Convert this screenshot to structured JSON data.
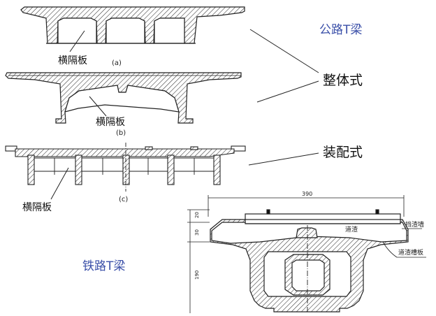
{
  "labels": {
    "highway_t_beam": "公路T梁",
    "monolithic": "整体式",
    "assembled": "装配式",
    "railway_t_beam": "铁路T梁",
    "diaphragm_a": "横隔板",
    "diaphragm_b": "横隔板",
    "diaphragm_c": "横隔板",
    "caption_a": "(a)",
    "caption_b": "(b)",
    "caption_c": "(c)"
  },
  "railway_dims": {
    "width": "390",
    "dim_20": "20",
    "dim_30": "30",
    "dim_190": "190"
  },
  "railway_labels": {
    "ballast": "道渣",
    "ballast_wall": "挡渣墙",
    "ballast_slab": "道渣槽板"
  },
  "colors": {
    "line": "#222222",
    "label_blue": "#3a4fa8"
  }
}
